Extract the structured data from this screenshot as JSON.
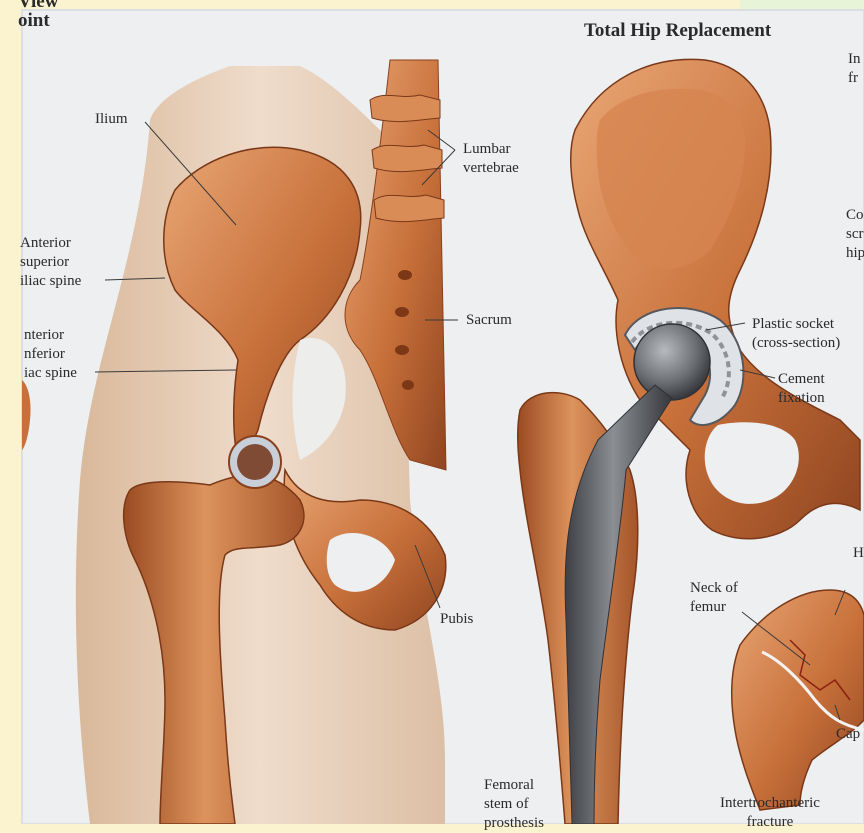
{
  "header": {
    "left_title_line1": "View",
    "left_title_line2": "oint",
    "right_title": "Total Hip Replacement"
  },
  "labels": {
    "ilium": "Ilium",
    "lumbar": [
      "Lumbar",
      "vertebrae"
    ],
    "asis": [
      "Anterior",
      "superior",
      "iliac spine"
    ],
    "aiis": [
      "nterior",
      "nferior",
      "iac spine"
    ],
    "sacrum": "Sacrum",
    "pubis": "Pubis",
    "plastic_socket": [
      "Plastic socket",
      "(cross-section)"
    ],
    "cement": [
      "Cement",
      "fixation"
    ],
    "neck_of_femur": [
      "Neck of",
      "femur"
    ],
    "femoral_stem": [
      "Femoral",
      "stem of",
      "prosthesis"
    ],
    "intertrochanteric": [
      "Intertrochanteric",
      "fracture"
    ],
    "cut_right_top": [
      "In",
      "fr"
    ],
    "cut_right_mid": [
      "Co",
      "scr",
      "hip"
    ],
    "cut_right_h": "H",
    "cut_right_cap": "Cap"
  },
  "colors": {
    "bone": "#c8703a",
    "bone_highlight": "#e8a874",
    "bone_shadow": "#8a3f1c",
    "board": "#eef0f2",
    "skin": "#ecd6c0",
    "metal": "#6a6c70"
  }
}
